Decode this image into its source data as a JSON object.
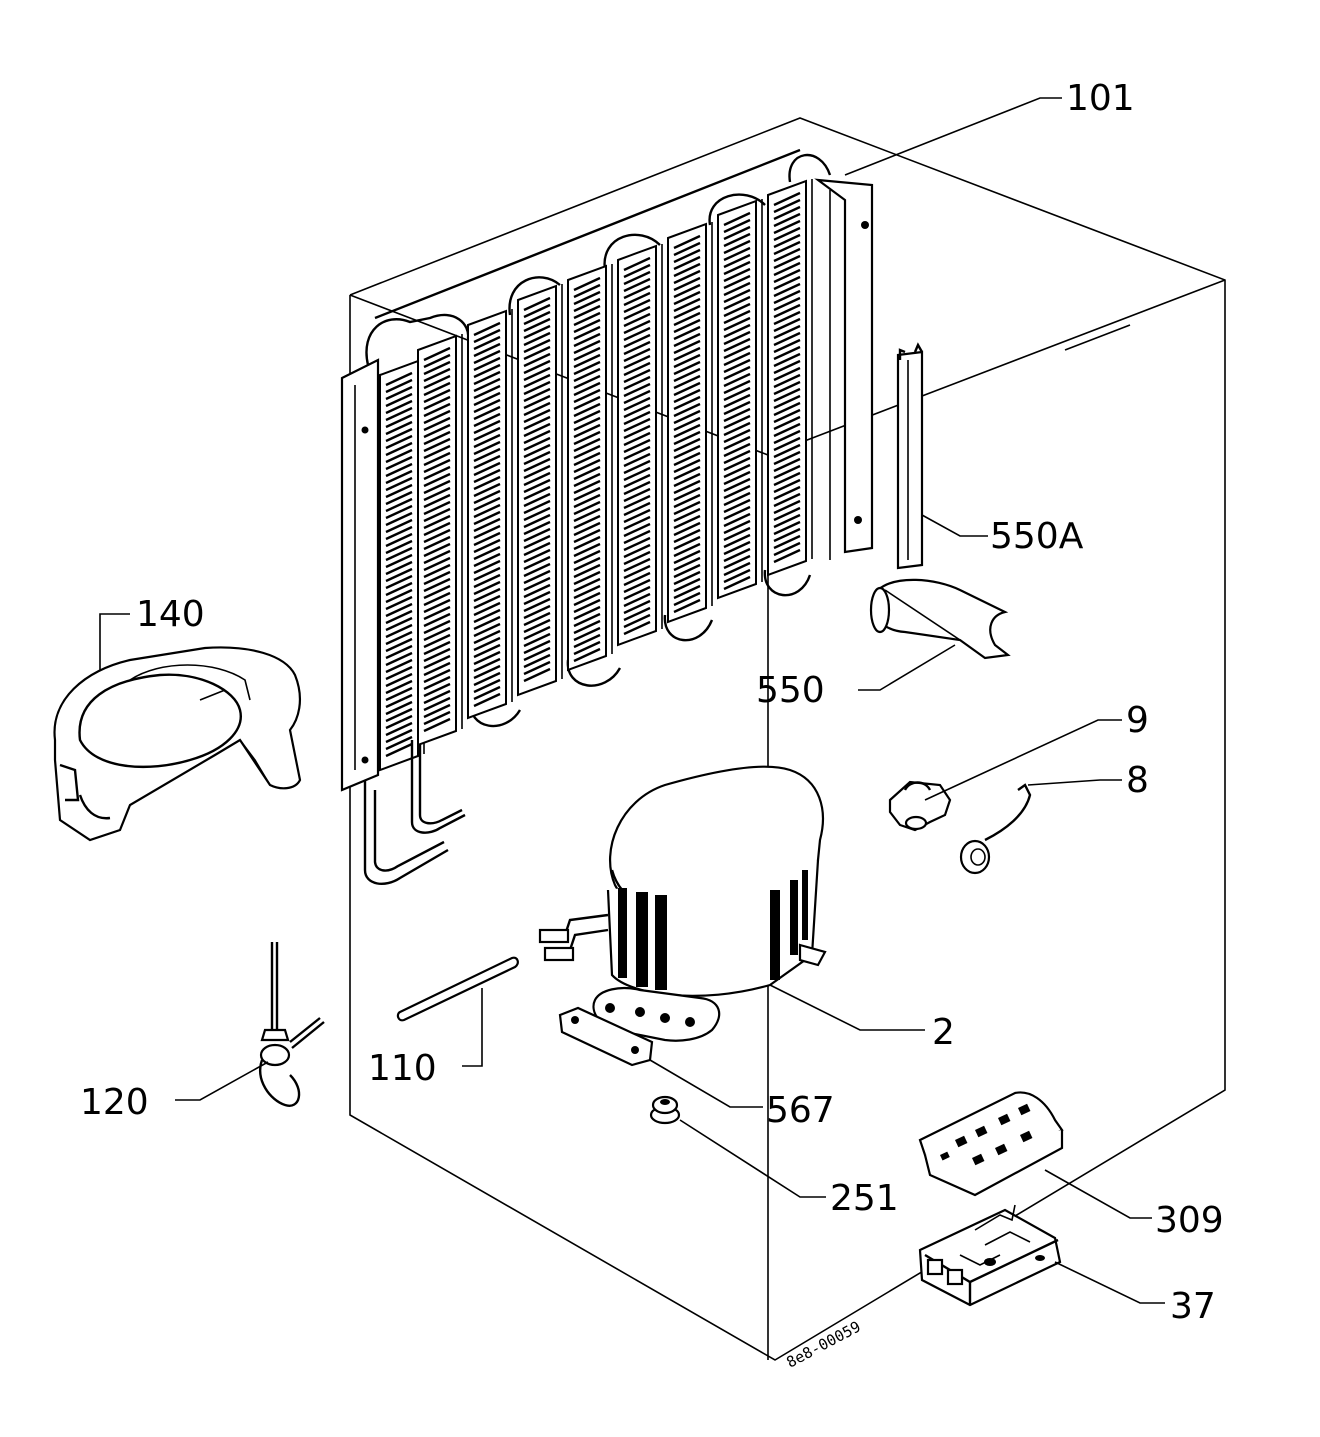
{
  "diagram": {
    "drawing_code": "8e8-00059",
    "callouts": [
      {
        "id": "101",
        "text": "101"
      },
      {
        "id": "550a",
        "text": "550A"
      },
      {
        "id": "550",
        "text": "550"
      },
      {
        "id": "140",
        "text": "140"
      },
      {
        "id": "9",
        "text": "9"
      },
      {
        "id": "8",
        "text": "8"
      },
      {
        "id": "2",
        "text": "2"
      },
      {
        "id": "110",
        "text": "110"
      },
      {
        "id": "120",
        "text": "120"
      },
      {
        "id": "567",
        "text": "567"
      },
      {
        "id": "251",
        "text": "251"
      },
      {
        "id": "309",
        "text": "309"
      },
      {
        "id": "37",
        "text": "37"
      }
    ],
    "stroke_color": "#000000",
    "background_color": "#ffffff"
  }
}
